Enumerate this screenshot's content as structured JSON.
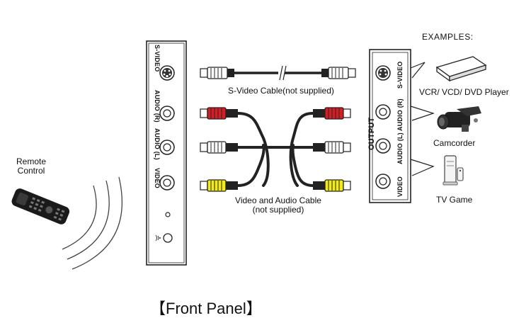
{
  "remote": {
    "label_line1": "Remote",
    "label_line2": "Control"
  },
  "front_panel": {
    "labels": [
      "S-VIDEO",
      "AUDIO (R)",
      "AUDIO (L)",
      "VIDEO"
    ],
    "caption": "【Front Panel】"
  },
  "cables": {
    "svideo_label": "S-Video Cable(not supplied)",
    "av_label_line1": "Video and Audio Cable",
    "av_label_line2": "(not supplied)",
    "colors": {
      "red": "#d41d24",
      "white": "#ffffff",
      "yellow": "#f2ea1a"
    }
  },
  "output_panel": {
    "title": "OUTPUT",
    "labels": [
      "S-VIDEO",
      "AUDIO (R)",
      "AUDIO (L)",
      "VIDEO"
    ]
  },
  "examples": {
    "title": "EXAMPLES:",
    "items": [
      "VCR/ VCD/ DVD Player",
      "Camcorder",
      "TV Game"
    ]
  }
}
